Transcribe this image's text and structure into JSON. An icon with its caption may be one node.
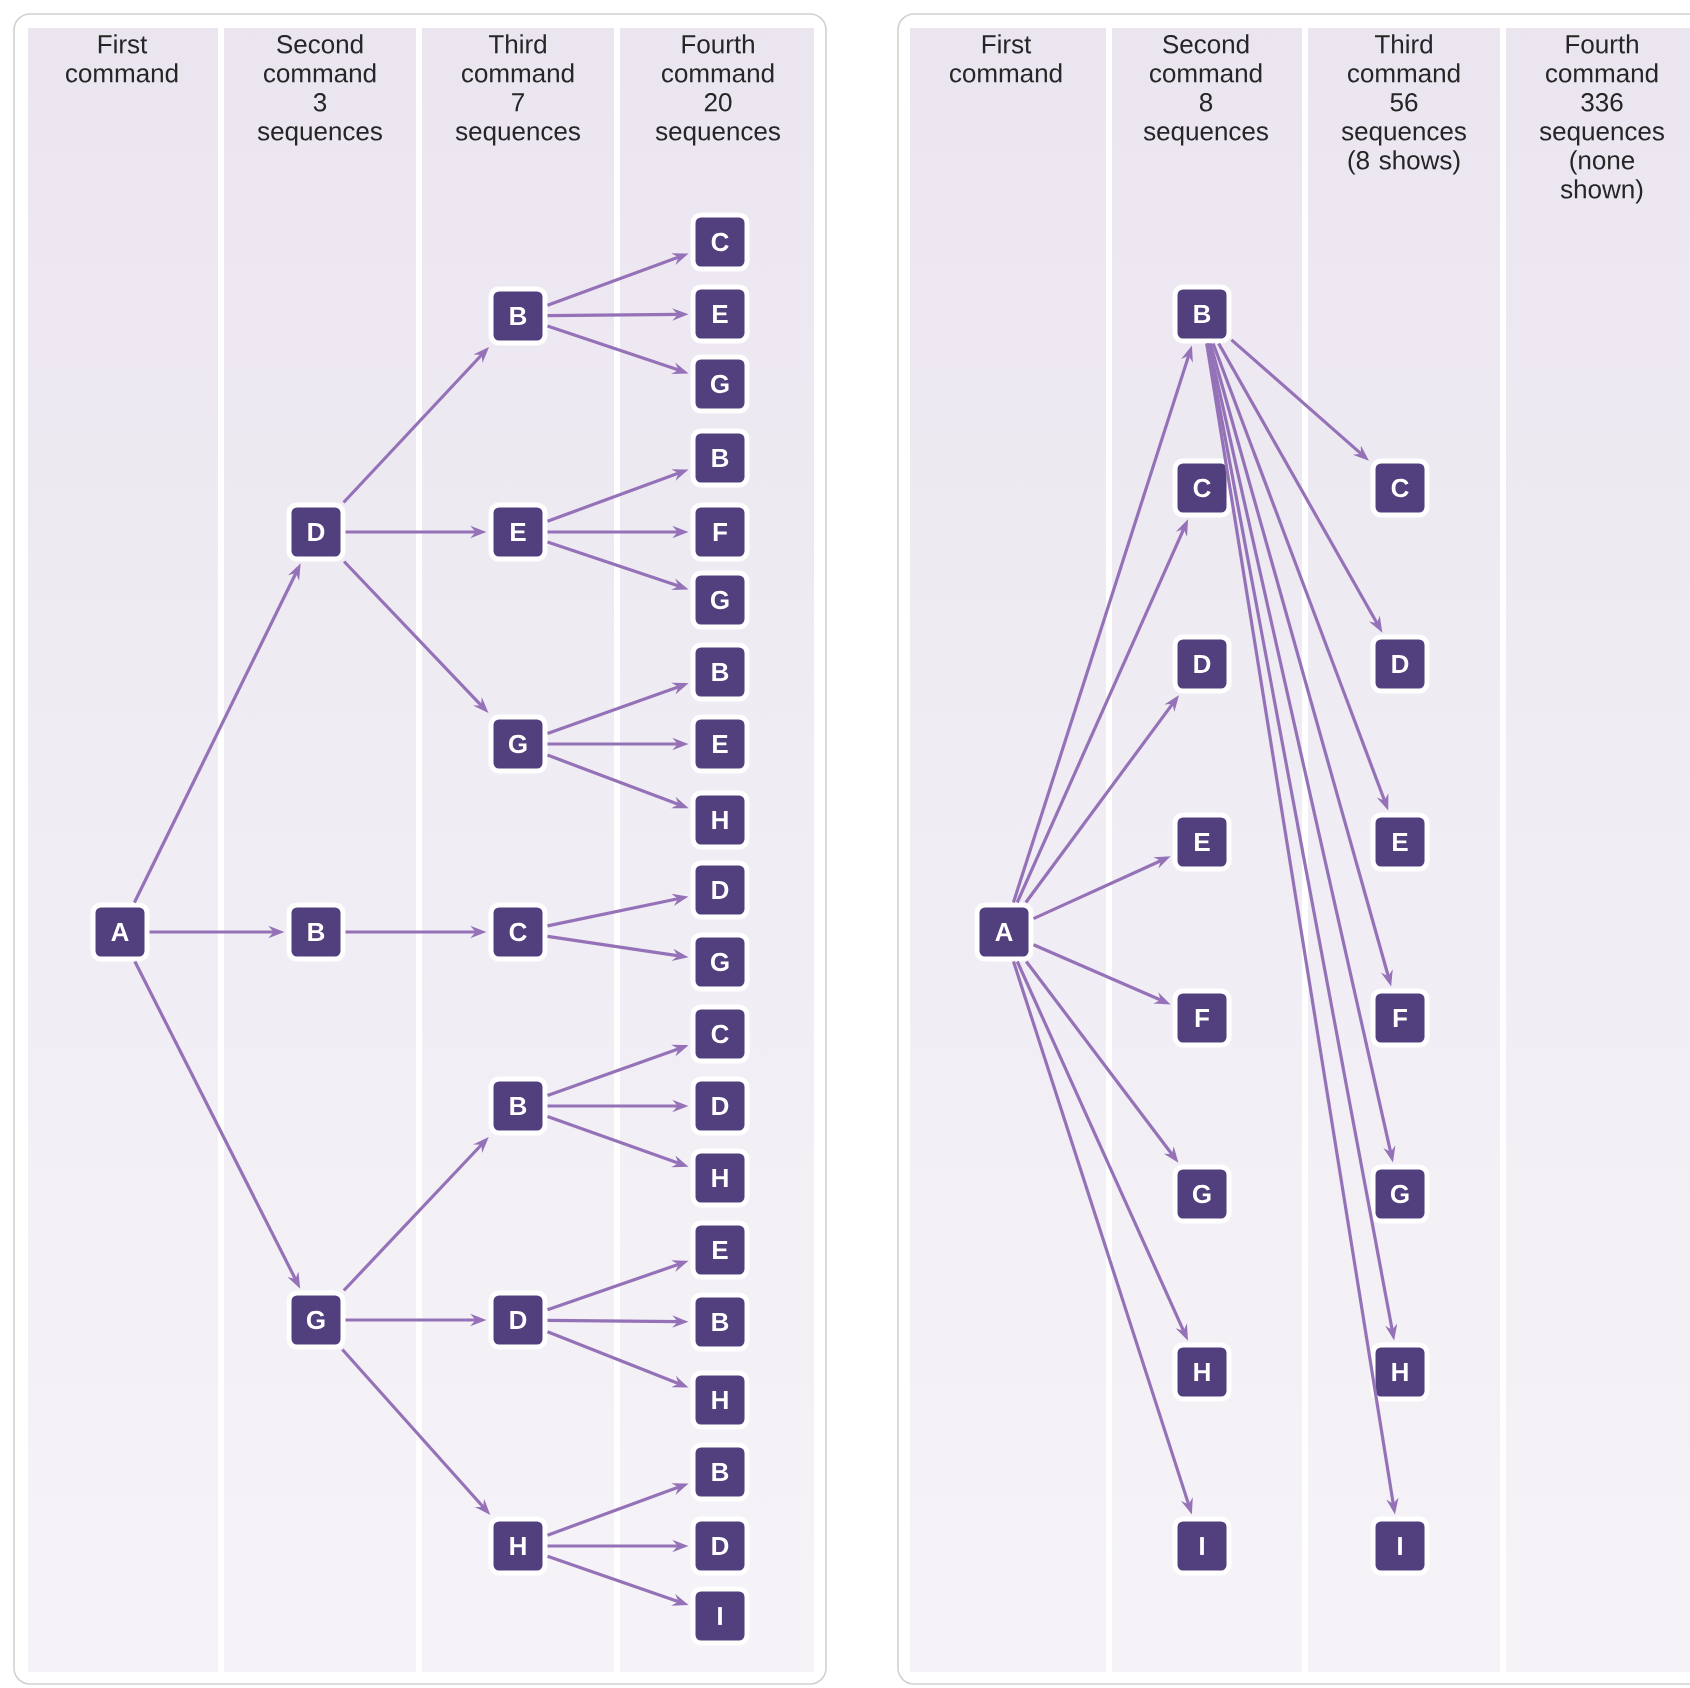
{
  "diagram": {
    "nodes": [
      {
        "text": [
          "A"
        ]
      },
      {
        "text": [
          "D"
        ]
      },
      {
        "text": [
          "B"
        ]
      },
      {
        "text": [
          "G"
        ]
      },
      {
        "text": [
          "B"
        ]
      },
      {
        "text": [
          "E"
        ]
      },
      {
        "text": [
          "G"
        ]
      },
      {
        "text": [
          "C"
        ]
      },
      {
        "text": [
          "B"
        ]
      },
      {
        "text": [
          "D"
        ]
      },
      {
        "text": [
          "H"
        ]
      },
      {
        "text": [
          "C"
        ]
      },
      {
        "text": [
          "E"
        ]
      },
      {
        "text": [
          "G"
        ]
      },
      {
        "text": [
          "B"
        ]
      },
      {
        "text": [
          "F"
        ]
      },
      {
        "text": [
          "G"
        ]
      },
      {
        "text": [
          "B"
        ]
      },
      {
        "text": [
          "E"
        ]
      },
      {
        "text": [
          "H"
        ]
      },
      {
        "text": [
          "D"
        ]
      },
      {
        "text": [
          "G"
        ]
      },
      {
        "text": [
          "C"
        ]
      },
      {
        "text": [
          "D"
        ]
      },
      {
        "text": [
          "H"
        ]
      },
      {
        "text": [
          "E"
        ]
      },
      {
        "text": [
          "B"
        ]
      },
      {
        "text": [
          "H"
        ]
      },
      {
        "text": [
          "B"
        ]
      },
      {
        "text": [
          "D"
        ]
      },
      {
        "text": [
          "I"
        ]
      },
      {
        "text": [
          "A"
        ]
      },
      {
        "text": [
          "B"
        ]
      },
      {
        "text": [
          "C"
        ]
      },
      {
        "text": [
          "D"
        ]
      },
      {
        "text": [
          "E"
        ]
      },
      {
        "text": [
          "F"
        ]
      },
      {
        "text": [
          "G"
        ]
      },
      {
        "text": [
          "H"
        ]
      },
      {
        "text": [
          "I"
        ]
      },
      {
        "text": [
          "C"
        ]
      },
      {
        "text": [
          "D"
        ]
      },
      {
        "text": [
          "E"
        ]
      },
      {
        "text": [
          "F"
        ]
      },
      {
        "text": [
          "G"
        ]
      },
      {
        "text": [
          "H"
        ]
      },
      {
        "text": [
          "I"
        ]
      }
    ],
    "edges": [
      {
        "from": 0,
        "to": 1,
        "arrow": "to"
      },
      {
        "from": 0,
        "to": 2,
        "arrow": "to"
      },
      {
        "from": 0,
        "to": 3,
        "arrow": "to"
      },
      {
        "from": 1,
        "to": 4,
        "arrow": "to"
      },
      {
        "from": 1,
        "to": 5,
        "arrow": "to"
      },
      {
        "from": 1,
        "to": 6,
        "arrow": "to"
      },
      {
        "from": 2,
        "to": 7,
        "arrow": "to"
      },
      {
        "from": 3,
        "to": 8,
        "arrow": "to"
      },
      {
        "from": 3,
        "to": 9,
        "arrow": "to"
      },
      {
        "from": 3,
        "to": 10,
        "arrow": "to"
      },
      {
        "from": 4,
        "to": 11,
        "arrow": "to"
      },
      {
        "from": 4,
        "to": 12,
        "arrow": "to"
      },
      {
        "from": 4,
        "to": 13,
        "arrow": "to"
      },
      {
        "from": 5,
        "to": 14,
        "arrow": "to"
      },
      {
        "from": 5,
        "to": 15,
        "arrow": "to"
      },
      {
        "from": 5,
        "to": 16,
        "arrow": "to"
      },
      {
        "from": 6,
        "to": 17,
        "arrow": "to"
      },
      {
        "from": 6,
        "to": 18,
        "arrow": "to"
      },
      {
        "from": 6,
        "to": 19,
        "arrow": "to"
      },
      {
        "from": 7,
        "to": 20,
        "arrow": "to"
      },
      {
        "from": 7,
        "to": 21,
        "arrow": "to"
      },
      {
        "from": 8,
        "to": 22,
        "arrow": "to"
      },
      {
        "from": 8,
        "to": 23,
        "arrow": "to"
      },
      {
        "from": 8,
        "to": 24,
        "arrow": "to"
      },
      {
        "from": 9,
        "to": 25,
        "arrow": "to"
      },
      {
        "from": 9,
        "to": 26,
        "arrow": "to"
      },
      {
        "from": 9,
        "to": 27,
        "arrow": "to"
      },
      {
        "from": 10,
        "to": 28,
        "arrow": "to"
      },
      {
        "from": 10,
        "to": 29,
        "arrow": "to"
      },
      {
        "from": 10,
        "to": 30,
        "arrow": "to"
      },
      {
        "from": 31,
        "to": 32,
        "arrow": "to"
      },
      {
        "from": 31,
        "to": 33,
        "arrow": "to"
      },
      {
        "from": 31,
        "to": 34,
        "arrow": "to"
      },
      {
        "from": 31,
        "to": 35,
        "arrow": "to"
      },
      {
        "from": 31,
        "to": 36,
        "arrow": "to"
      },
      {
        "from": 31,
        "to": 37,
        "arrow": "to"
      },
      {
        "from": 31,
        "to": 38,
        "arrow": "to"
      },
      {
        "from": 31,
        "to": 39,
        "arrow": "to"
      },
      {
        "from": 32,
        "to": 40,
        "arrow": "to"
      },
      {
        "from": 32,
        "to": 41,
        "arrow": "to"
      },
      {
        "from": 32,
        "to": 42,
        "arrow": "to"
      },
      {
        "from": 32,
        "to": 43,
        "arrow": "to"
      },
      {
        "from": 32,
        "to": 44,
        "arrow": "to"
      },
      {
        "from": 32,
        "to": 45,
        "arrow": "to"
      },
      {
        "from": 32,
        "to": 46,
        "arrow": "to"
      }
    ],
    "labels": [
      "First command",
      "Second command 3 sequences",
      "Third command 7 sequences",
      "Fourth command 20 sequences",
      "First command",
      "Second command 8 sequences",
      "Third command 56 sequences (8 shows)",
      "Fourth command 336 sequences (none shown)"
    ]
  }
}
